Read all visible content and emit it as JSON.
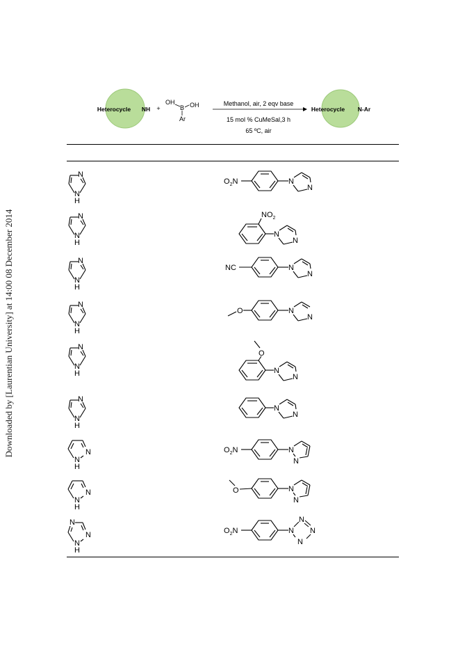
{
  "watermark": "Downloaded by [Laurentian University] at 14:00 08 December 2014",
  "scheme": {
    "reactant_label": "Heterocycle",
    "reactant_group": "NH",
    "plus": "+",
    "boronic_oh_top": "OH",
    "boronic_b": "B",
    "boronic_oh_right": "OH",
    "boronic_ar": "Ar",
    "conditions_line1": "Methanol, air, 2 eqv base",
    "conditions_line2": "15 mol % CuMeSal,3 h",
    "conditions_line3": "65 ºC, air",
    "product_label": "Heterocycle",
    "product_group": "N-Ar"
  },
  "atoms": {
    "N": "N",
    "NH": "N",
    "H": "H",
    "O": "O",
    "O2N": "O",
    "O2N_sub": "2",
    "O2N_N": "N",
    "NO": "NO",
    "NO_sub": "2",
    "NC": "NC"
  },
  "colors": {
    "circle_fill": "#b9dd9a",
    "circle_stroke": "#9cc97a"
  }
}
